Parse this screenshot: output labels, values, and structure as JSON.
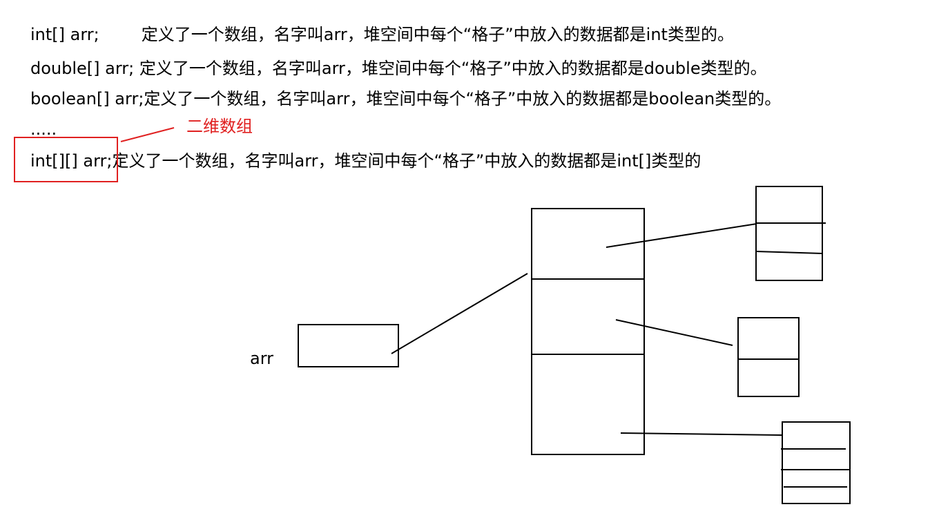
{
  "lines": [
    {
      "code": "int[] arr;",
      "gap": "        ",
      "desc": "定义了一个数组，名字叫arr，堆空间中每个“格子”中放入的数据都是int类型的。"
    },
    {
      "code": "double[] arr;",
      "gap": " ",
      "desc": "定义了一个数组，名字叫arr，堆空间中每个“格子”中放入的数据都是double类型的。"
    },
    {
      "code": "boolean[] arr;",
      "gap": "",
      "desc": "定义了一个数组，名字叫arr，堆空间中每个“格子”中放入的数据都是boolean类型的。"
    },
    {
      "code": ".....",
      "gap": "",
      "desc": ""
    },
    {
      "code": "int[][] arr;",
      "gap": "",
      "desc": "定义了一个数组，名字叫arr，堆空间中每个“格子”中放入的数据都是int[]类型的"
    }
  ],
  "annotation": {
    "label": "二维数组",
    "color": "#e02020"
  },
  "diagram": {
    "variable_label": "arr"
  }
}
